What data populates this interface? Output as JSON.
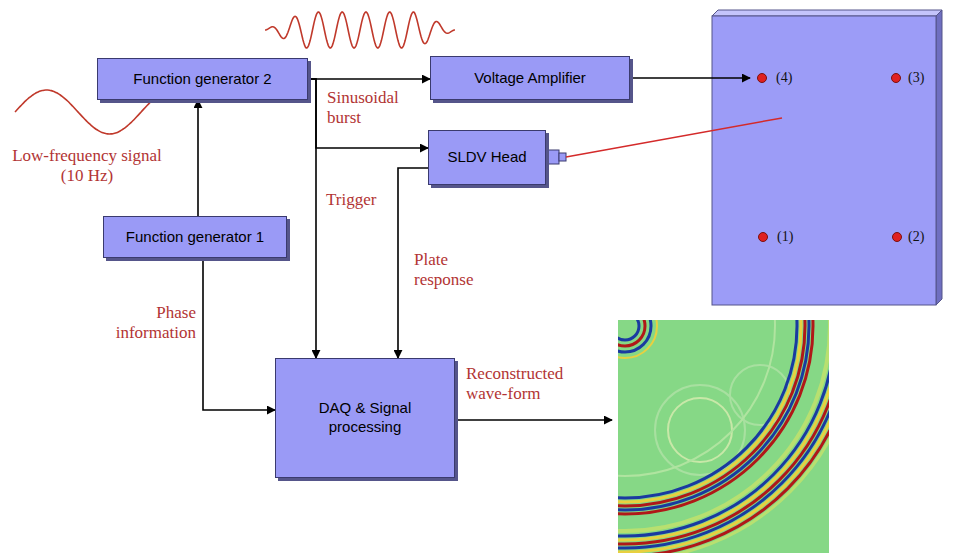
{
  "diagram": {
    "nodes": [
      {
        "text": [
          "Function generator 2"
        ]
      },
      {
        "text": [
          "Voltage Amplifier"
        ]
      },
      {
        "text": [
          "SLDV Head"
        ]
      },
      {
        "text": [
          "Function generator 1"
        ]
      },
      {
        "text": [
          "DAQ & Signal processing"
        ]
      }
    ],
    "edges": [
      {
        "from": 3,
        "to": 0,
        "arrow": "to"
      },
      {
        "from": 0,
        "to": 1,
        "arrow": "to"
      },
      {
        "from": 0,
        "to": 2,
        "label": "Sinusoidal burst",
        "arrow": "to"
      },
      {
        "from": 0,
        "to": 4,
        "label": "Trigger",
        "arrow": "to"
      },
      {
        "from": 3,
        "to": 4,
        "label": "Phase information",
        "arrow": "to"
      },
      {
        "from": 2,
        "to": 4,
        "label": "Plate response",
        "arrow": "to"
      }
    ],
    "labels": [
      "Low-frequency signal (10 Hz)",
      "Reconstructed wave-form",
      "(4)",
      "(3)",
      "(1)",
      "(2)"
    ]
  }
}
